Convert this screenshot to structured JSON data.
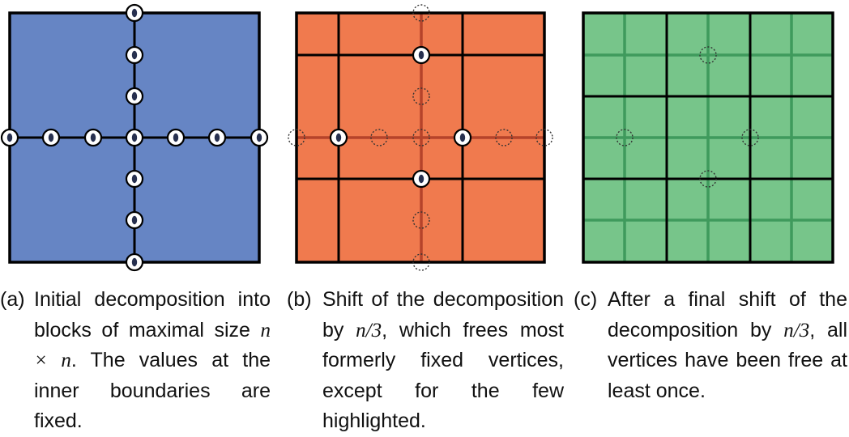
{
  "colors": {
    "panel_a_fill": "#6685c4",
    "panel_b_fill": "#f07a4e",
    "panel_c_fill": "#77c58a",
    "border": "#000000",
    "shifted_line_b": "#b5432a",
    "shifted_line_c": "#3f9a5c",
    "dotted_circle": "#333333"
  },
  "panels": [
    {
      "id": "a",
      "label": "(a)",
      "caption_pre": "Initial decomposition into blocks of maximal size ",
      "caption_math": "n × n",
      "caption_post": ". The values at the inner boundaries are fixed."
    },
    {
      "id": "b",
      "label": "(b)",
      "caption_pre": "Shift of the decomposi­tion by ",
      "caption_math": "n/3",
      "caption_post": ", which frees most formerly fixed ver­tices, except for the few highlighted."
    },
    {
      "id": "c",
      "label": "(c)",
      "caption_pre": "After a final shift of the decomposition by ",
      "caption_math": "n/3",
      "caption_post": ", all vertices have been free at least once."
    }
  ]
}
